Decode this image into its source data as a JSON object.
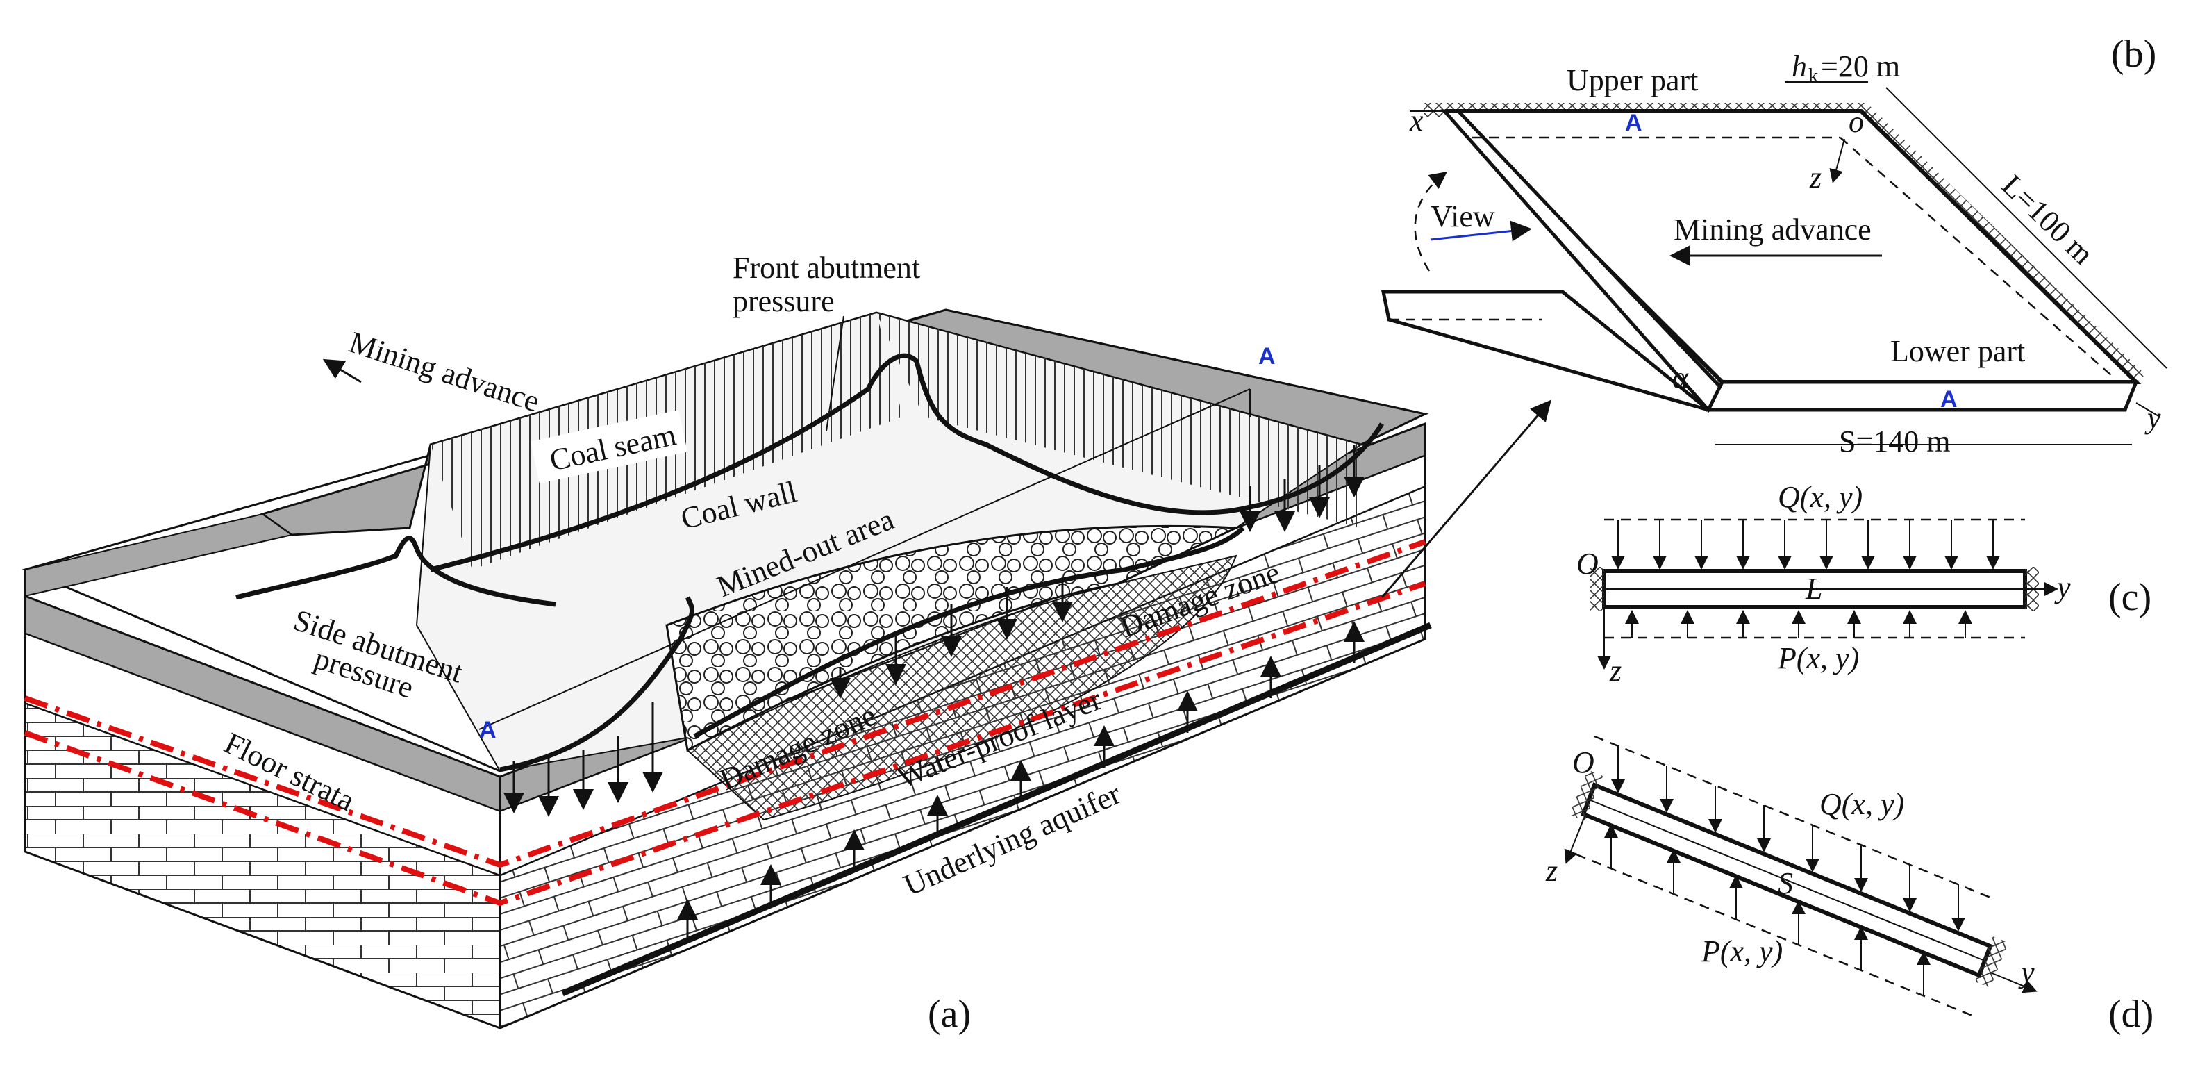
{
  "panel_a": {
    "tag": "(a)",
    "labels": {
      "mining_advance": "Mining advance",
      "front_abutment": "Front abutment",
      "front_abutment_2": "pressure",
      "coal_seam": "Coal seam",
      "coal_wall": "Coal wall",
      "mined_out": "Mined-out area",
      "side_abutment": "Side abutment",
      "side_abutment_2": "pressure",
      "floor_strata": "Floor strata",
      "damage_zone_upper": "Damage zone",
      "damage_zone_lower": "Damage zone",
      "waterproof": "Water-proof layer",
      "aquifer": "Underlying aquifer",
      "section_a_top": "A",
      "section_a_bottom": "A"
    }
  },
  "panel_b": {
    "tag": "(b)",
    "upper_part": "Upper part",
    "lower_part": "Lower part",
    "hk_label": "h",
    "hk_sub": "k",
    "hk_value": "=20 m",
    "l_label": "L=100 m",
    "s_label": "S=140 m",
    "view": "View",
    "mining_advance": "Mining advance",
    "axis_x": "x",
    "axis_y": "y",
    "axis_z": "z",
    "origin": "o",
    "alpha": "α",
    "section_a_top": "A",
    "section_a_bottom": "A"
  },
  "panel_c": {
    "tag": "(c)",
    "q": "Q(x, y)",
    "p": "P(x, y)",
    "span": "L",
    "origin": "O",
    "axis_y": "y",
    "axis_z": "z"
  },
  "panel_d": {
    "tag": "(d)",
    "q": "Q(x, y)",
    "p": "P(x, y)",
    "span": "S",
    "origin": "O",
    "axis_y": "y",
    "axis_z": "z"
  },
  "colors": {
    "seam_grey": "#a8a8a8",
    "red_boundary": "#e01010",
    "section_blue": "#1a2fd0",
    "line": "#111111"
  }
}
